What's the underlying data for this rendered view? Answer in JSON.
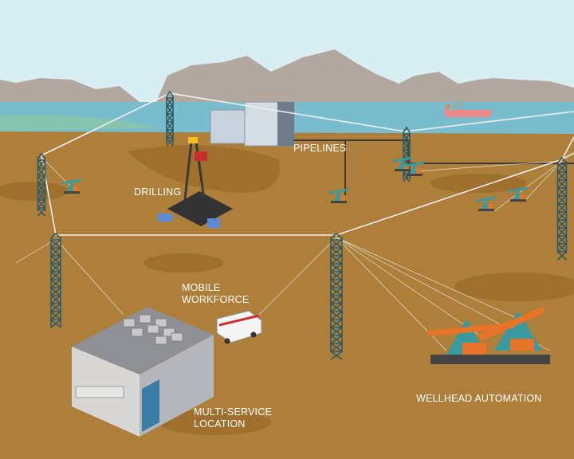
{
  "labels": {
    "pipelines": "PIPELINES",
    "drilling": "DRILLING",
    "mobile_workforce": [
      "MOBILE",
      "WORKFORCE"
    ],
    "wellhead_automation": "WELLHEAD AUTOMATION",
    "multi_service_location": [
      "MULTI-SERVICE",
      "LOCATION"
    ]
  },
  "colors": {
    "sky": "#d8eef2",
    "mountain": "#b3a8a0",
    "water": "#79bccd",
    "ground": "#ad7f3a",
    "ground_dark": "#9a6c2a",
    "tower": "#2e5a66",
    "wire": "#f2f2f2",
    "pump_orange": "#e8742a",
    "pump_teal": "#3a9aa0"
  }
}
